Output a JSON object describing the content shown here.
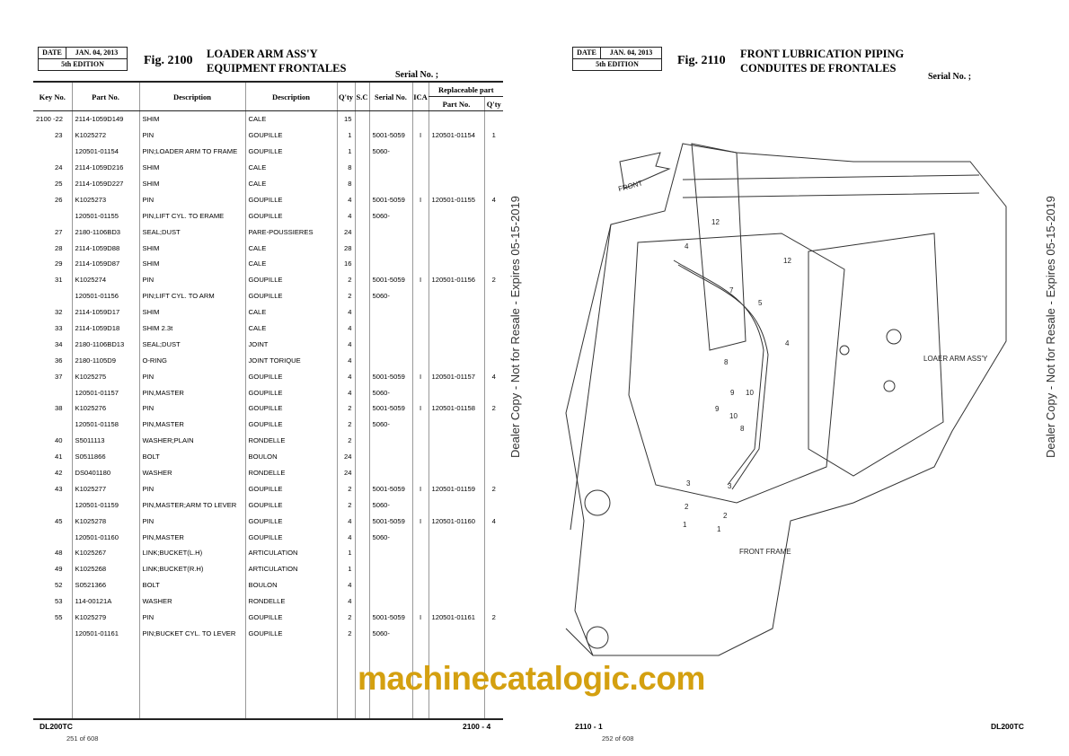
{
  "left": {
    "date_label": "DATE",
    "date": "JAN. 04, 2013",
    "edition": "5th EDITION",
    "fig": "Fig. 2100",
    "title1": "LOADER ARM ASS'Y",
    "title2": "EQUIPMENT FRONTALES",
    "serial": "Serial No. ;",
    "headers": {
      "key": "Key No.",
      "part": "Part No.",
      "desc": "Description",
      "desc2": "Description",
      "qty": "Q'ty",
      "sc": "S.C",
      "serial": "Serial No.",
      "ica": "ICA",
      "repl": "Replaceable part",
      "repl_part": "Part No.",
      "repl_qty": "Q'ty"
    },
    "rows": [
      [
        "2100 -22",
        "2114-1059D149",
        "SHIM",
        "CALE",
        "15",
        "",
        "",
        "",
        "",
        ""
      ],
      [
        "23",
        "K1025272",
        "PIN",
        "GOUPILLE",
        "1",
        "",
        "5001-5059",
        "I",
        "120501-01154",
        "1"
      ],
      [
        "",
        "120501-01154",
        "PIN;LOADER ARM TO FRAME",
        "GOUPILLE",
        "1",
        "",
        "5060-",
        "",
        "",
        ""
      ],
      [
        "24",
        "2114-1059D216",
        "SHIM",
        "CALE",
        "8",
        "",
        "",
        "",
        "",
        ""
      ],
      [
        "25",
        "2114-1059D227",
        "SHIM",
        "CALE",
        "8",
        "",
        "",
        "",
        "",
        ""
      ],
      [
        "26",
        "K1025273",
        "PIN",
        "GOUPILLE",
        "4",
        "",
        "5001-5059",
        "I",
        "120501-01155",
        "4"
      ],
      [
        "",
        "120501-01155",
        "PIN,LIFT CYL. TO ERAME",
        "GOUPILLE",
        "4",
        "",
        "5060-",
        "",
        "",
        ""
      ],
      [
        "27",
        "2180-1106BD3",
        "SEAL;DUST",
        "PARE-POUSSIERES",
        "24",
        "",
        "",
        "",
        "",
        ""
      ],
      [
        "28",
        "2114-1059D88",
        "SHIM",
        "CALE",
        "28",
        "",
        "",
        "",
        "",
        ""
      ],
      [
        "29",
        "2114-1059D87",
        "SHIM",
        "CALE",
        "16",
        "",
        "",
        "",
        "",
        ""
      ],
      [
        "31",
        "K1025274",
        "PIN",
        "GOUPILLE",
        "2",
        "",
        "5001-5059",
        "I",
        "120501-01156",
        "2"
      ],
      [
        "",
        "120501-01156",
        "PIN;LIFT CYL. TO ARM",
        "GOUPILLE",
        "2",
        "",
        "5060-",
        "",
        "",
        ""
      ],
      [
        "32",
        "2114-1059D17",
        "SHIM",
        "CALE",
        "4",
        "",
        "",
        "",
        "",
        ""
      ],
      [
        "33",
        "2114-1059D18",
        "SHIM 2.3t",
        "CALE",
        "4",
        "",
        "",
        "",
        "",
        ""
      ],
      [
        "34",
        "2180-1106BD13",
        "SEAL;DUST",
        "JOINT",
        "4",
        "",
        "",
        "",
        "",
        ""
      ],
      [
        "36",
        "2180-1105D9",
        "O-RING",
        "JOINT TORIQUE",
        "4",
        "",
        "",
        "",
        "",
        ""
      ],
      [
        "37",
        "K1025275",
        "PIN",
        "GOUPILLE",
        "4",
        "",
        "5001-5059",
        "I",
        "120501-01157",
        "4"
      ],
      [
        "",
        "120501-01157",
        "PIN,MASTER",
        "GOUPILLE",
        "4",
        "",
        "5060-",
        "",
        "",
        ""
      ],
      [
        "38",
        "K1025276",
        "PIN",
        "GOUPILLE",
        "2",
        "",
        "5001-5059",
        "I",
        "120501-01158",
        "2"
      ],
      [
        "",
        "120501-01158",
        "PIN,MASTER",
        "GOUPILLE",
        "2",
        "",
        "5060-",
        "",
        "",
        ""
      ],
      [
        "40",
        "S5011113",
        "WASHER;PLAIN",
        "RONDELLE",
        "2",
        "",
        "",
        "",
        "",
        ""
      ],
      [
        "41",
        "S0511866",
        "BOLT",
        "BOULON",
        "24",
        "",
        "",
        "",
        "",
        ""
      ],
      [
        "42",
        "DS0401180",
        "WASHER",
        "RONDELLE",
        "24",
        "",
        "",
        "",
        "",
        ""
      ],
      [
        "43",
        "K1025277",
        "PIN",
        "GOUPILLE",
        "2",
        "",
        "5001-5059",
        "I",
        "120501-01159",
        "2"
      ],
      [
        "",
        "120501-01159",
        "PIN,MASTER;ARM TO LEVER",
        "GOUPILLE",
        "2",
        "",
        "5060-",
        "",
        "",
        ""
      ],
      [
        "45",
        "K1025278",
        "PIN",
        "GOUPILLE",
        "4",
        "",
        "5001-5059",
        "I",
        "120501-01160",
        "4"
      ],
      [
        "",
        "120501-01160",
        "PIN,MASTER",
        "GOUPILLE",
        "4",
        "",
        "5060-",
        "",
        "",
        ""
      ],
      [
        "48",
        "K1025267",
        "LINK;BUCKET(L.H)",
        "ARTICULATION",
        "1",
        "",
        "",
        "",
        "",
        ""
      ],
      [
        "49",
        "K1025268",
        "LINK;BUCKET(R.H)",
        "ARTICULATION",
        "1",
        "",
        "",
        "",
        "",
        ""
      ],
      [
        "52",
        "S0521366",
        "BOLT",
        "BOULON",
        "4",
        "",
        "",
        "",
        "",
        ""
      ],
      [
        "53",
        "114-00121A",
        "WASHER",
        "RONDELLE",
        "4",
        "",
        "",
        "",
        "",
        ""
      ],
      [
        "55",
        "K1025279",
        "PIN",
        "GOUPILLE",
        "2",
        "",
        "5001-5059",
        "I",
        "120501-01161",
        "2"
      ],
      [
        "",
        "120501-01161",
        "PIN;BUCKET CYL. TO LEVER",
        "GOUPILLE",
        "2",
        "",
        "5060-",
        "",
        "",
        ""
      ]
    ],
    "model": "DL200TC",
    "page": "2100 - 4",
    "pdf_page": "251 of 608"
  },
  "right": {
    "date_label": "DATE",
    "date": "JAN. 04, 2013",
    "edition": "5th EDITION",
    "fig": "Fig. 2110",
    "title1": "FRONT LUBRICATION PIPING",
    "title2": "CONDUITES DE FRONTALES",
    "serial": "Serial No. ;",
    "diagram": {
      "front": "FRONT",
      "arm": "LOAER ARM ASS'Y",
      "frame": "FRONT FRAME",
      "callouts": [
        "12",
        "4",
        "12",
        "7",
        "5",
        "4",
        "8",
        "9",
        "10",
        "9",
        "10",
        "8",
        "3",
        "3",
        "2",
        "2",
        "1",
        "1"
      ]
    },
    "page": "2110 - 1",
    "model": "DL200TC",
    "pdf_page": "252 of 608"
  },
  "watermark": "machinecatalogic.com",
  "dealer_note": "Dealer Copy - Not for Resale - Expires 05-15-2019"
}
